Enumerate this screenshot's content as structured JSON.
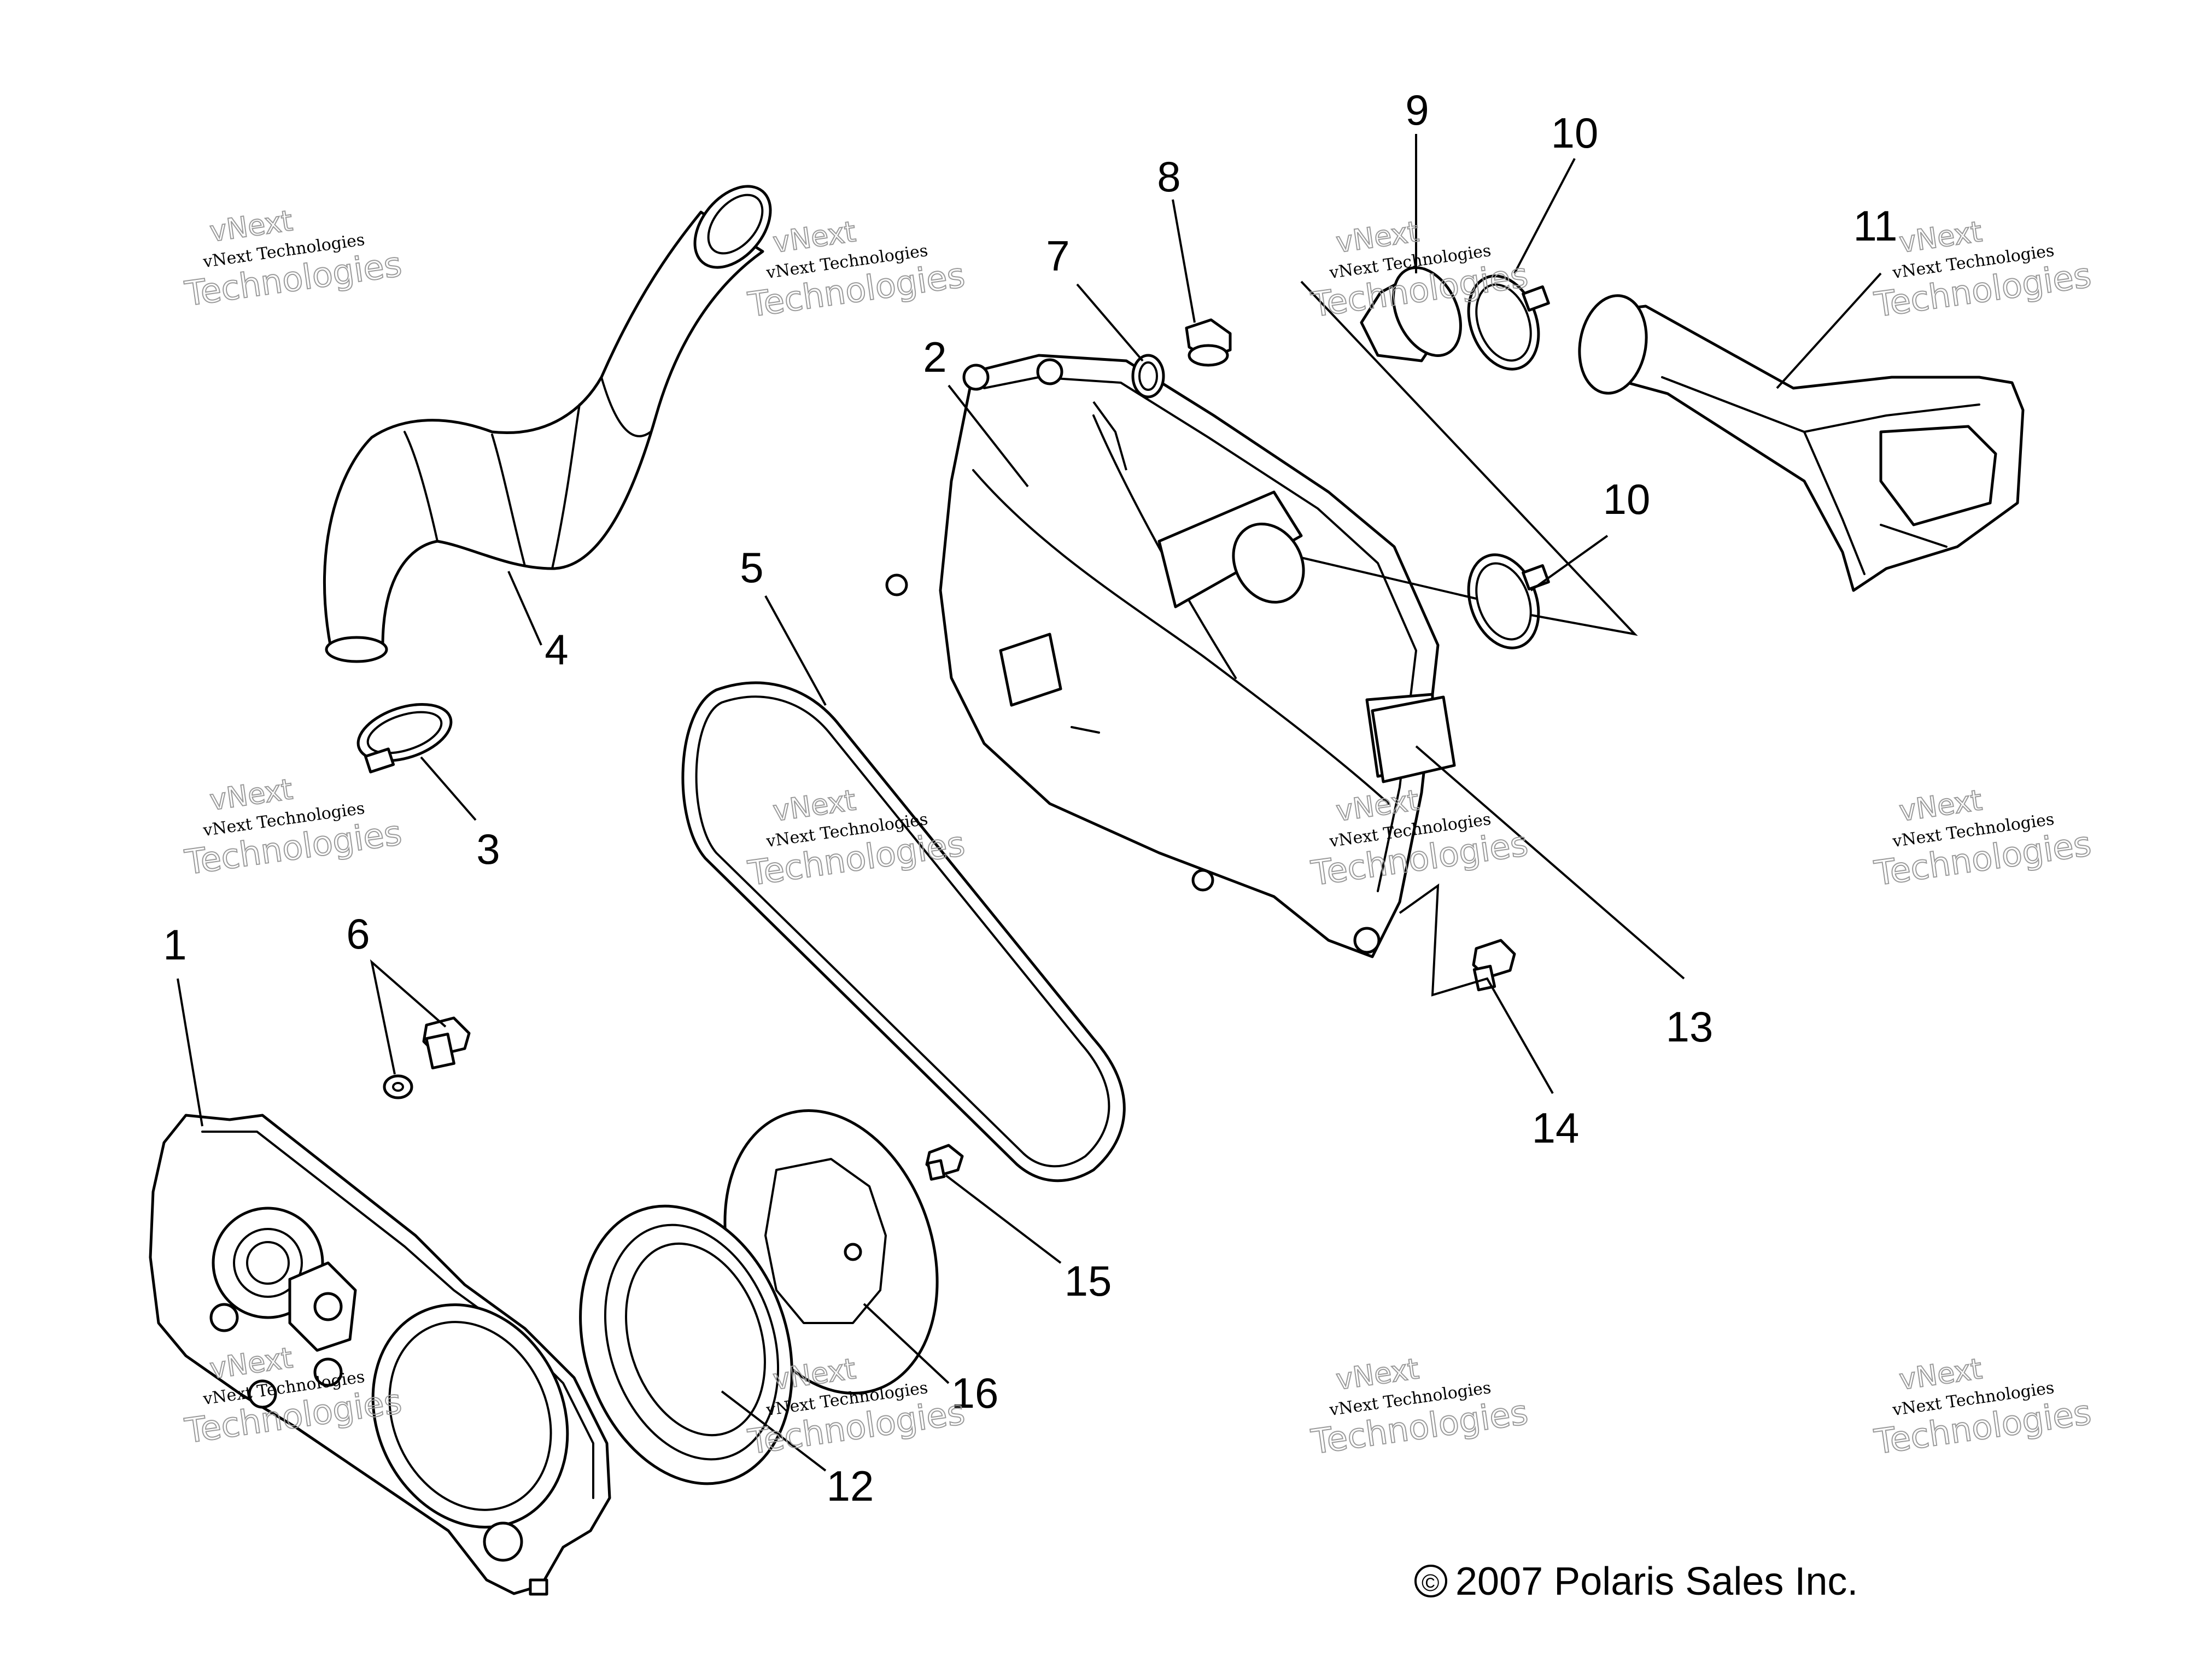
{
  "callouts": {
    "c1": "1",
    "c2": "2",
    "c3": "3",
    "c4": "4",
    "c5": "5",
    "c6": "6",
    "c7": "7",
    "c8": "8",
    "c9": "9",
    "c10a": "10",
    "c10b": "10",
    "c11": "11",
    "c12": "12",
    "c13": "13",
    "c14": "14",
    "c15": "15",
    "c16": "16"
  },
  "copyright": "2007 Polaris Sales Inc.",
  "copyright_symbol": "©",
  "watermark": {
    "brand": "vNext",
    "line": "vNext Technologies",
    "word": "Technologies"
  }
}
